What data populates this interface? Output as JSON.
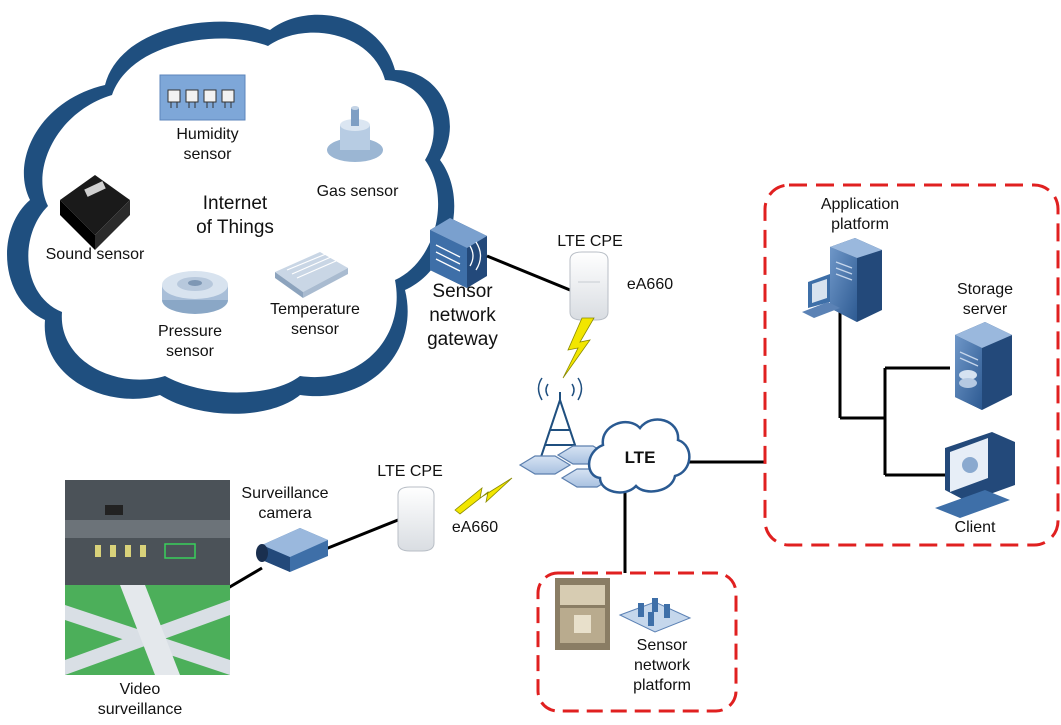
{
  "cloud": {
    "title_line1": "Internet",
    "title_line2": "of Things",
    "humidity_line1": "Humidity",
    "humidity_line2": "sensor",
    "gas": "Gas sensor",
    "sound": "Sound sensor",
    "pressure_line1": "Pressure",
    "pressure_line2": "sensor",
    "temperature_line1": "Temperature",
    "temperature_line2": "sensor"
  },
  "gateway": {
    "line1": "Sensor",
    "line2": "network",
    "line3": "gateway"
  },
  "cpe_top": {
    "label": "LTE CPE",
    "model": "eA660"
  },
  "cpe_bottom": {
    "label": "LTE CPE",
    "model": "eA660"
  },
  "lte_cloud": {
    "label": "LTE"
  },
  "camera": {
    "line1": "Surveillance",
    "line2": "camera"
  },
  "video": {
    "line1": "Video",
    "line2": "surveillance"
  },
  "platform_group": {
    "app_line1": "Application",
    "app_line2": "platform",
    "storage_line1": "Storage",
    "storage_line2": "server",
    "client": "Client"
  },
  "sensor_platform": {
    "line1": "Sensor",
    "line2": "network",
    "line3": "platform"
  },
  "colors": {
    "cloud_fill": "#1f4f7f",
    "device_blue": "#3e6fa8",
    "dashed_red": "#e02020",
    "line": "#000000",
    "lightning": "#f2e600"
  }
}
